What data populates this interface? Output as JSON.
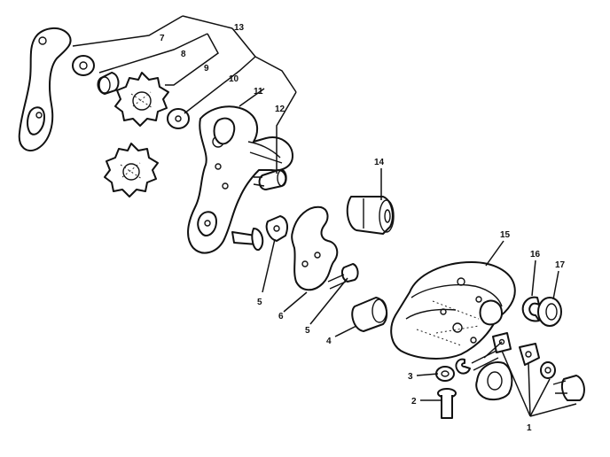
{
  "callouts": [
    {
      "id": "c1",
      "text": "1"
    },
    {
      "id": "c2",
      "text": "2"
    },
    {
      "id": "c3",
      "text": "3"
    },
    {
      "id": "c4",
      "text": "4"
    },
    {
      "id": "c5a",
      "text": "5"
    },
    {
      "id": "c5b",
      "text": "5"
    },
    {
      "id": "c6",
      "text": "6"
    },
    {
      "id": "c7",
      "text": "7"
    },
    {
      "id": "c8",
      "text": "8"
    },
    {
      "id": "c9",
      "text": "9"
    },
    {
      "id": "c10",
      "text": "10"
    },
    {
      "id": "c11",
      "text": "11"
    },
    {
      "id": "c12",
      "text": "12"
    },
    {
      "id": "c13",
      "text": "13"
    },
    {
      "id": "c14",
      "text": "14"
    },
    {
      "id": "c15",
      "text": "15"
    },
    {
      "id": "c16",
      "text": "16"
    },
    {
      "id": "c17",
      "text": "17"
    }
  ]
}
